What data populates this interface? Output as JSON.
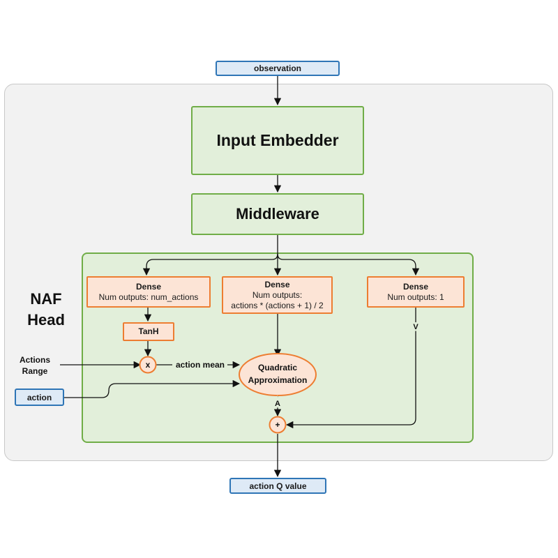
{
  "inputs": {
    "observation": "observation",
    "action": "action",
    "actions_range_line1": "Actions",
    "actions_range_line2": "Range"
  },
  "blocks": {
    "input_embedder": "Input Embedder",
    "middleware": "Middleware"
  },
  "head": {
    "title_line1": "NAF",
    "title_line2": "Head"
  },
  "dense_left": {
    "title": "Dense",
    "line1": "Num outputs: num_actions"
  },
  "dense_mid": {
    "title": "Dense",
    "line1": "Num outputs:",
    "line2": "actions * (actions + 1) / 2"
  },
  "dense_right": {
    "title": "Dense",
    "line1": "Num outputs: 1"
  },
  "tanh": "TanH",
  "multiply_op": "x",
  "add_op": "+",
  "quadratic": {
    "line1": "Quadratic",
    "line2": "Approximation"
  },
  "edge_labels": {
    "action_mean": "action mean",
    "v": "V",
    "a": "A"
  },
  "output": "action Q value",
  "colors": {
    "io_fill": "#deeaf6",
    "io_stroke": "#2e75b6",
    "green_fill": "#e2efda",
    "green_stroke": "#70ad47",
    "orange_fill": "#fce4d6",
    "orange_stroke": "#ed7d31"
  }
}
